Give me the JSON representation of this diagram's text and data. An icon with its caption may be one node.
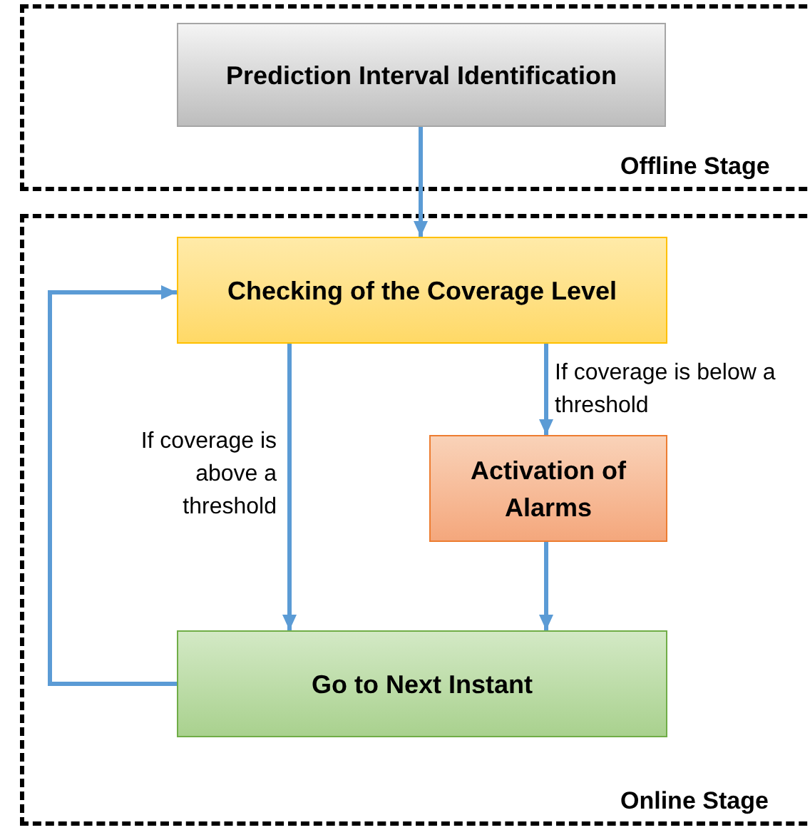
{
  "diagram": {
    "nodes": [
      {
        "text": [
          "Offline Stage"
        ]
      },
      {
        "text": [
          "Prediction Interval Identification"
        ],
        "in": 0
      },
      {
        "text": [
          "Online Stage"
        ]
      },
      {
        "text": [
          "Checking of the Coverage Level"
        ],
        "in": 2
      },
      {
        "text": [
          "Activation of Alarms"
        ],
        "in": 2
      },
      {
        "text": [
          "Go to Next Instant"
        ],
        "in": 2
      }
    ],
    "edges": [
      {
        "from": 1,
        "to": 3,
        "arrow": "to"
      },
      {
        "from": 3,
        "to": 5,
        "arrow": "to",
        "label": "If coverage is above a threshold"
      },
      {
        "from": 3,
        "to": 4,
        "arrow": "to",
        "label": "If coverage is below a threshold"
      },
      {
        "from": 4,
        "to": 5,
        "arrow": "to"
      },
      {
        "from": 5,
        "to": 3,
        "arrow": "to"
      }
    ]
  }
}
